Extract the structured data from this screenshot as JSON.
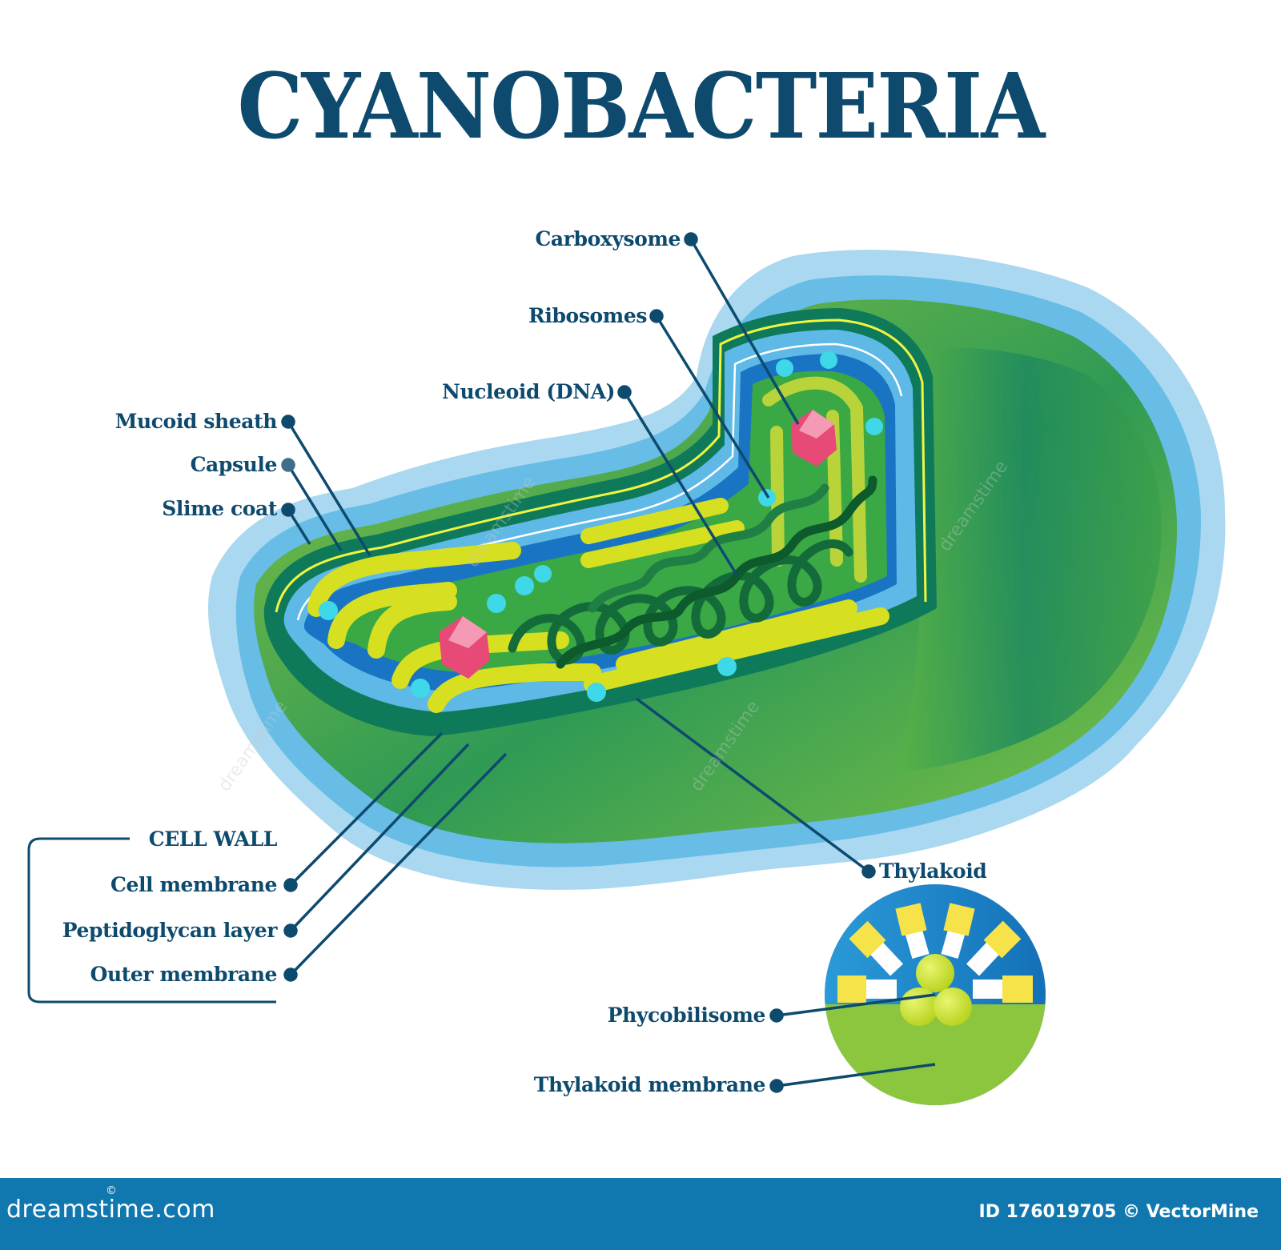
{
  "title": "CYANOBACTERIA",
  "colors": {
    "text": "#0d4a6e",
    "slime_coat": "#a9d8f0",
    "capsule": "#67bde6",
    "cell_green_light": "#8cc63f",
    "cell_green_dark": "#1a8a5a",
    "outer_membrane": "#0f7a5a",
    "peptidoglycan": "#eaf53a",
    "cytoplasm_blue": "#1a74c4",
    "thylakoid_yellow": "#d7e020",
    "ribosome": "#3fd8e8",
    "carboxysome": "#e84a78",
    "dna": "#136b3a",
    "footer_bg": "#1178af"
  },
  "labels": {
    "carboxysome": "Carboxysome",
    "ribosomes": "Ribosomes",
    "nucleoid": "Nucleoid (DNA)",
    "mucoid_sheath": "Mucoid sheath",
    "capsule": "Capsule",
    "slime_coat": "Slime coat",
    "cell_wall_heading": "CELL WALL",
    "cell_membrane": "Cell membrane",
    "peptidoglycan_layer": "Peptidoglycan layer",
    "outer_membrane": "Outer membrane",
    "thylakoid": "Thylakoid",
    "phycobilisome": "Phycobilisome",
    "thylakoid_membrane": "Thylakoid membrane"
  },
  "footer": {
    "logo": "dreamstime.com",
    "logo_mark": "©",
    "id_text": "ID 176019705 © VectorMine"
  },
  "watermark": "dreamstime"
}
